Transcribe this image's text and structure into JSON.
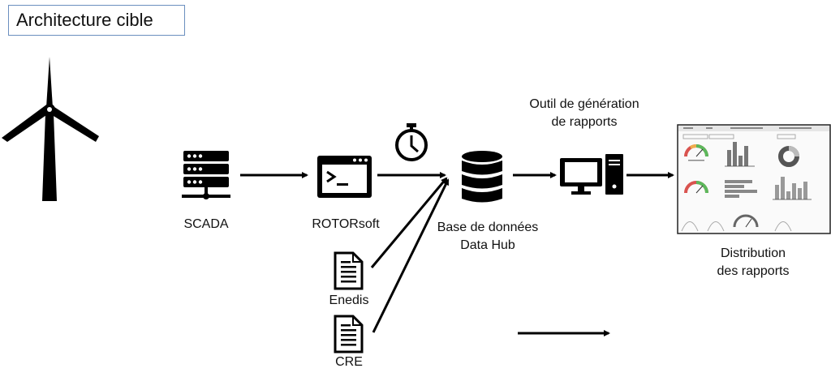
{
  "title": "Architecture cible",
  "nodes": {
    "scada": {
      "label": "SCADA",
      "icon": "server-icon"
    },
    "rotorsoft": {
      "label": "ROTORsoft",
      "icon": "terminal-window-icon"
    },
    "database": {
      "label_line1": "Base de données",
      "label_line2": "Data Hub",
      "icon": "database-icon"
    },
    "report_tool": {
      "label_line1": "Outil de génération",
      "label_line2": "de rapports",
      "icon": "desktop-computer-icon"
    },
    "distribution": {
      "label_line1": "Distribution",
      "label_line2": "des rapports",
      "icon": "dashboard-screenshot"
    },
    "enedis": {
      "label": "Enedis",
      "icon": "document-icon"
    },
    "cre": {
      "label": "CRE",
      "icon": "document-icon"
    }
  },
  "other_icons": [
    "wind-turbine-icon",
    "stopwatch-icon"
  ],
  "colors": {
    "stroke": "#000000",
    "title_border": "#6b8fbf"
  }
}
